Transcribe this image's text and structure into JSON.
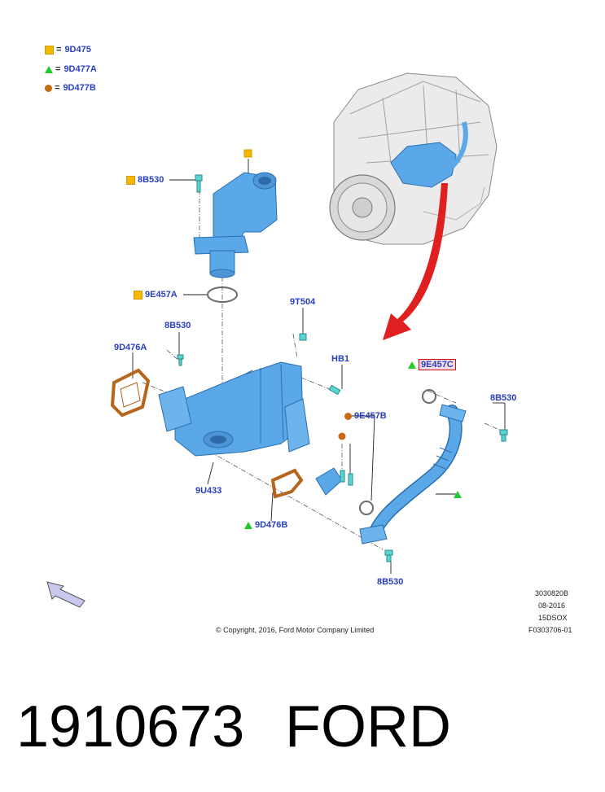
{
  "legend": [
    {
      "symbol": "square",
      "color": "#f5b800",
      "eq": "=",
      "code": "9D475"
    },
    {
      "symbol": "triangle",
      "color": "#1fcc2a",
      "eq": "=",
      "code": "9D477A"
    },
    {
      "symbol": "circle",
      "color": "#c86b18",
      "eq": "=",
      "code": "9D477B"
    }
  ],
  "callouts": {
    "b8b530_top": "8B530",
    "e9457a": "9E457A",
    "t9504": "9T504",
    "b8b530_left": "8B530",
    "d9476a": "9D476A",
    "hb1": "HB1",
    "e9457c": "9E457C",
    "b8b530_right": "8B530",
    "e9457b": "9E457B",
    "u9433": "9U433",
    "d9476b": "9D476B",
    "b8b530_bottom": "8B530"
  },
  "meta": {
    "ref": "3030820B",
    "date": "08-2016",
    "model": "15DSOX",
    "figure": "F0303706-01"
  },
  "copyright": "© Copyright, 2016, Ford Motor Company Limited",
  "footer": {
    "part_number": "1910673",
    "brand": "FORD"
  },
  "colors": {
    "label": "#2a3fbf",
    "part_blue": "#5aa8e8",
    "gasket": "#b5651d",
    "arrow_red": "#e02020"
  }
}
